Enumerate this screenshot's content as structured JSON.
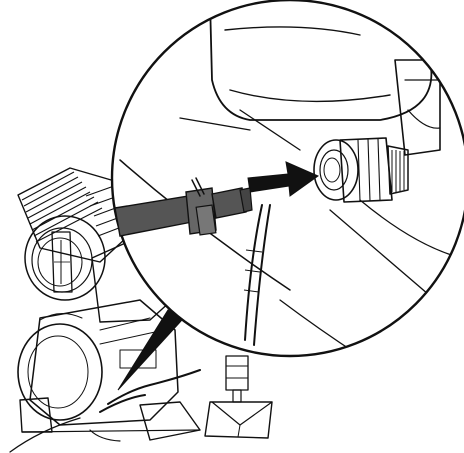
{
  "figure": {
    "kind": "assembly-illustration",
    "style": "black-and-white line art",
    "components": [
      {
        "id": "compressor-unit",
        "icon": "air-compressor-icon"
      },
      {
        "id": "filter-intake-tube",
        "icon": "tube-icon"
      },
      {
        "id": "detail-magnifier",
        "icon": "magnifier-circle-icon"
      },
      {
        "id": "threaded-fitting",
        "icon": "threaded-fitting-icon"
      },
      {
        "id": "insertion-arrow",
        "icon": "arrow-right-icon"
      },
      {
        "id": "floor-stand",
        "icon": "stand-icon"
      },
      {
        "id": "drain-valve",
        "icon": "drain-valve-icon"
      }
    ],
    "colors": {
      "line": "#111111",
      "background": "#ffffff",
      "arrow": "#111111",
      "tube": "#555555"
    }
  }
}
